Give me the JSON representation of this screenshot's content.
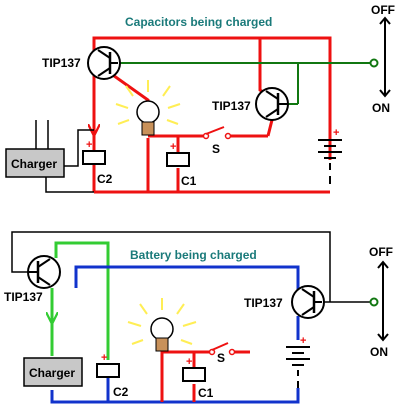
{
  "top": {
    "title": "Capacitors being charged",
    "transistor_left": "TIP137",
    "transistor_right": "TIP137",
    "charger": "Charger",
    "cap1": "C1",
    "cap2": "C2",
    "switch": "S",
    "plus": "+"
  },
  "bottom": {
    "title": "Battery being charged",
    "transistor_left": "TIP137",
    "transistor_right": "TIP137",
    "charger": "Charger",
    "cap1": "C1",
    "cap2": "C2",
    "switch": "S",
    "plus": "+"
  },
  "switch_top": {
    "off": "OFF",
    "on": "ON"
  },
  "switch_bottom": {
    "off": "OFF",
    "on": "ON"
  },
  "colors": {
    "red": "#ee1111",
    "green": "#33cc33",
    "blue": "#1133cc",
    "black": "#000000",
    "ray": "#ffee55",
    "title": "#1a7a7a",
    "charger_fill": "#c8c8c8"
  }
}
